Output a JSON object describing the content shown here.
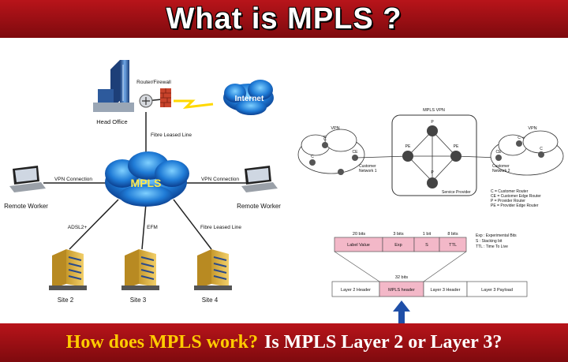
{
  "header": {
    "title": "What is MPLS ?"
  },
  "footer": {
    "question1": "How does MPLS work?",
    "question2": "Is MPLS Layer 2 or Layer 3?"
  },
  "left_diagram": {
    "router_label": "Router/Firewall",
    "internet_label": "Internet",
    "head_office_label": "Head Office",
    "fibre_top_label": "Fibre Leased Line",
    "mpls_cloud_label": "MPLS",
    "vpn_left_label": "VPN Connection",
    "vpn_right_label": "VPN Connection",
    "remote_left_label": "Remote Worker",
    "remote_right_label": "Remote Worker",
    "adsl_label": "ADSL2+",
    "efm_label": "EFM",
    "fibre_bottom_label": "Fibre Leased Line",
    "site2_label": "Site 2",
    "site3_label": "Site 3",
    "site4_label": "Site 4"
  },
  "vpn_diagram": {
    "vpn_left": "VPN",
    "vpn_right": "VPN",
    "mpls_vpn": "MPLS VPN",
    "c": "C",
    "ce": "CE",
    "pe": "PE",
    "p": "P",
    "customer_network_1_line1": "Customer",
    "customer_network_1_line2": "Network 1",
    "customer_network_2_line1": "Customer",
    "customer_network_2_line2": "Network 2",
    "service_provider": "Service Provider",
    "legend": [
      "C = Customer Router",
      "CE = Customer Edge Router",
      "P = Provider Router",
      "PE = Provider Edge Router"
    ]
  },
  "mpls_header": {
    "bits": [
      "20 bits",
      "3 bits",
      "1 bit",
      "8 bits"
    ],
    "fields": [
      "Label Value",
      "Exp",
      "S",
      "TTL"
    ],
    "legend": [
      "Exp : Experimental Bits",
      "S : Stacking bit",
      "TTL : Time To Live"
    ],
    "size_label": "32 bits",
    "packet": [
      "Layer 2 Header",
      "MPLS header",
      "Layer 3 Header",
      "Layer 3 Payload"
    ]
  }
}
